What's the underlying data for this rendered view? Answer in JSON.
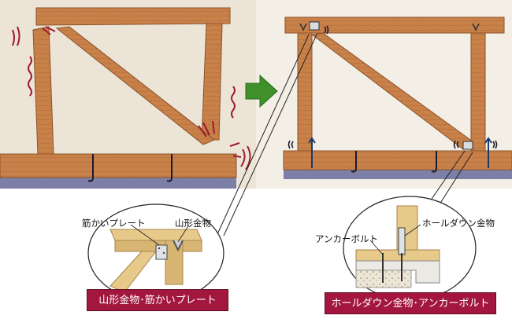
{
  "left_detail": {
    "label_brace_plate": "筋かいプレート",
    "label_angle_bracket": "山形金物",
    "caption": "山形金物･筋かいプレート"
  },
  "right_detail": {
    "label_holdown": "ホールダウン金物",
    "label_anchor_bolt": "アンカーボルト",
    "caption": "ホールダウン金物･アンカーボルト"
  },
  "colors": {
    "wood": "#c9814a",
    "wood_edge": "#8a5228",
    "foundation": "#7d7fa6",
    "arrow": "#3f8f2a",
    "stress_marks": "#9e1b32",
    "caption_bg": "#a3173f"
  },
  "icons": {
    "transition_arrow": "arrow-right-icon"
  }
}
